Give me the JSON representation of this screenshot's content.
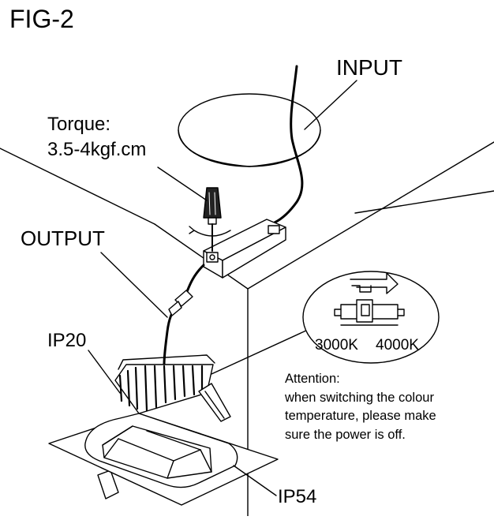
{
  "figure": {
    "title": "FIG-2",
    "labels": {
      "input": "INPUT",
      "torque_line1": "Torque:",
      "torque_line2": "3.5-4kgf.cm",
      "output": "OUTPUT",
      "ip20": "IP20",
      "ip54": "IP54"
    },
    "switch_detail": {
      "option_left": "3000K",
      "option_right": "4000K"
    },
    "attention": {
      "heading": "Attention:",
      "lines": [
        "when switching the colour",
        "temperature, please make",
        "sure the power is off."
      ]
    }
  }
}
